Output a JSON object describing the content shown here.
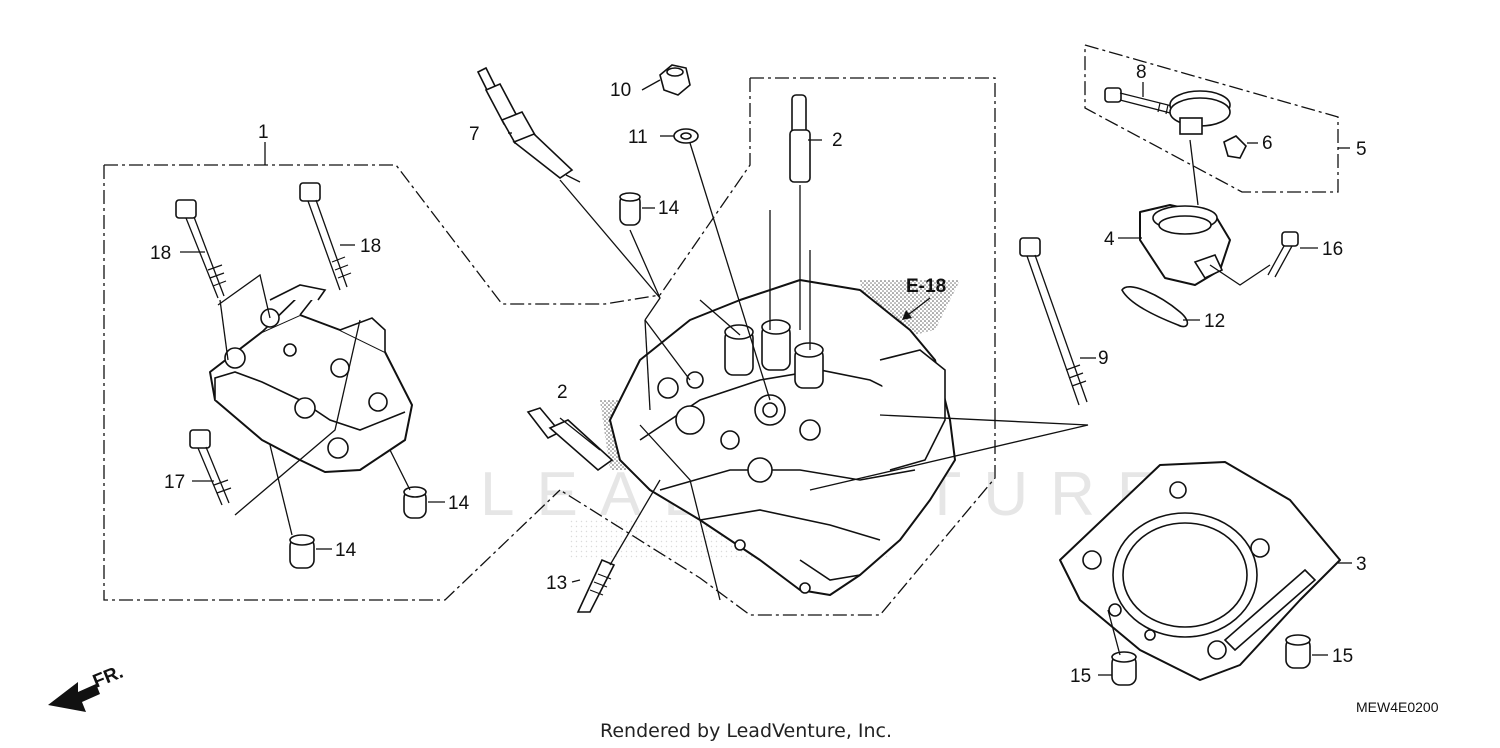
{
  "diagram": {
    "ref_label": "E-18",
    "drawing_code": "MEW4E0200",
    "watermark": "LEADVENTURE",
    "credit": "Rendered by LeadVenture, Inc.",
    "direction_label": "FR.",
    "callouts": [
      {
        "id": "c1",
        "text": "1"
      },
      {
        "id": "c2a",
        "text": "2"
      },
      {
        "id": "c2b",
        "text": "2"
      },
      {
        "id": "c3",
        "text": "3"
      },
      {
        "id": "c4",
        "text": "4"
      },
      {
        "id": "c5",
        "text": "5"
      },
      {
        "id": "c6",
        "text": "6"
      },
      {
        "id": "c7",
        "text": "7"
      },
      {
        "id": "c8",
        "text": "8"
      },
      {
        "id": "c9",
        "text": "9"
      },
      {
        "id": "c10",
        "text": "10"
      },
      {
        "id": "c11",
        "text": "11"
      },
      {
        "id": "c12",
        "text": "12"
      },
      {
        "id": "c13",
        "text": "13"
      },
      {
        "id": "c14a",
        "text": "14"
      },
      {
        "id": "c14b",
        "text": "14"
      },
      {
        "id": "c14c",
        "text": "14"
      },
      {
        "id": "c15a",
        "text": "15"
      },
      {
        "id": "c15b",
        "text": "15"
      },
      {
        "id": "c16",
        "text": "16"
      },
      {
        "id": "c17",
        "text": "17"
      },
      {
        "id": "c18a",
        "text": "18"
      },
      {
        "id": "c18b",
        "text": "18"
      }
    ]
  }
}
